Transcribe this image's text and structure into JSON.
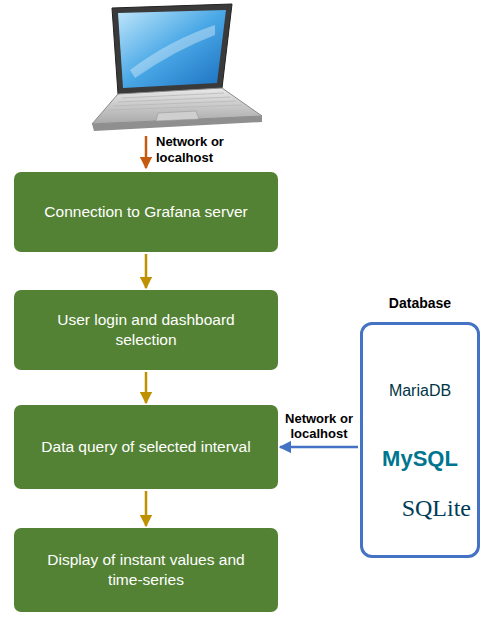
{
  "diagram": {
    "nodes": [
      {
        "text": [
          "Connection to Grafana server"
        ]
      },
      {
        "text": [
          "User login and dashboard selection"
        ]
      },
      {
        "text": [
          "Data query of selected interval"
        ]
      },
      {
        "text": [
          "Display of instant values and time-series"
        ]
      },
      {
        "text": [
          "Database",
          "MariaDB",
          "MySQL",
          "SQLite"
        ]
      }
    ],
    "edges": [
      {
        "from": 0,
        "to": 1,
        "arrow": "to"
      },
      {
        "from": 1,
        "to": 2,
        "arrow": "to"
      },
      {
        "from": 2,
        "to": 3,
        "arrow": "to"
      },
      {
        "from": 4,
        "to": 2,
        "label": "Network or localhost",
        "arrow": "to"
      }
    ],
    "labels": [
      "Network or localhost"
    ]
  }
}
